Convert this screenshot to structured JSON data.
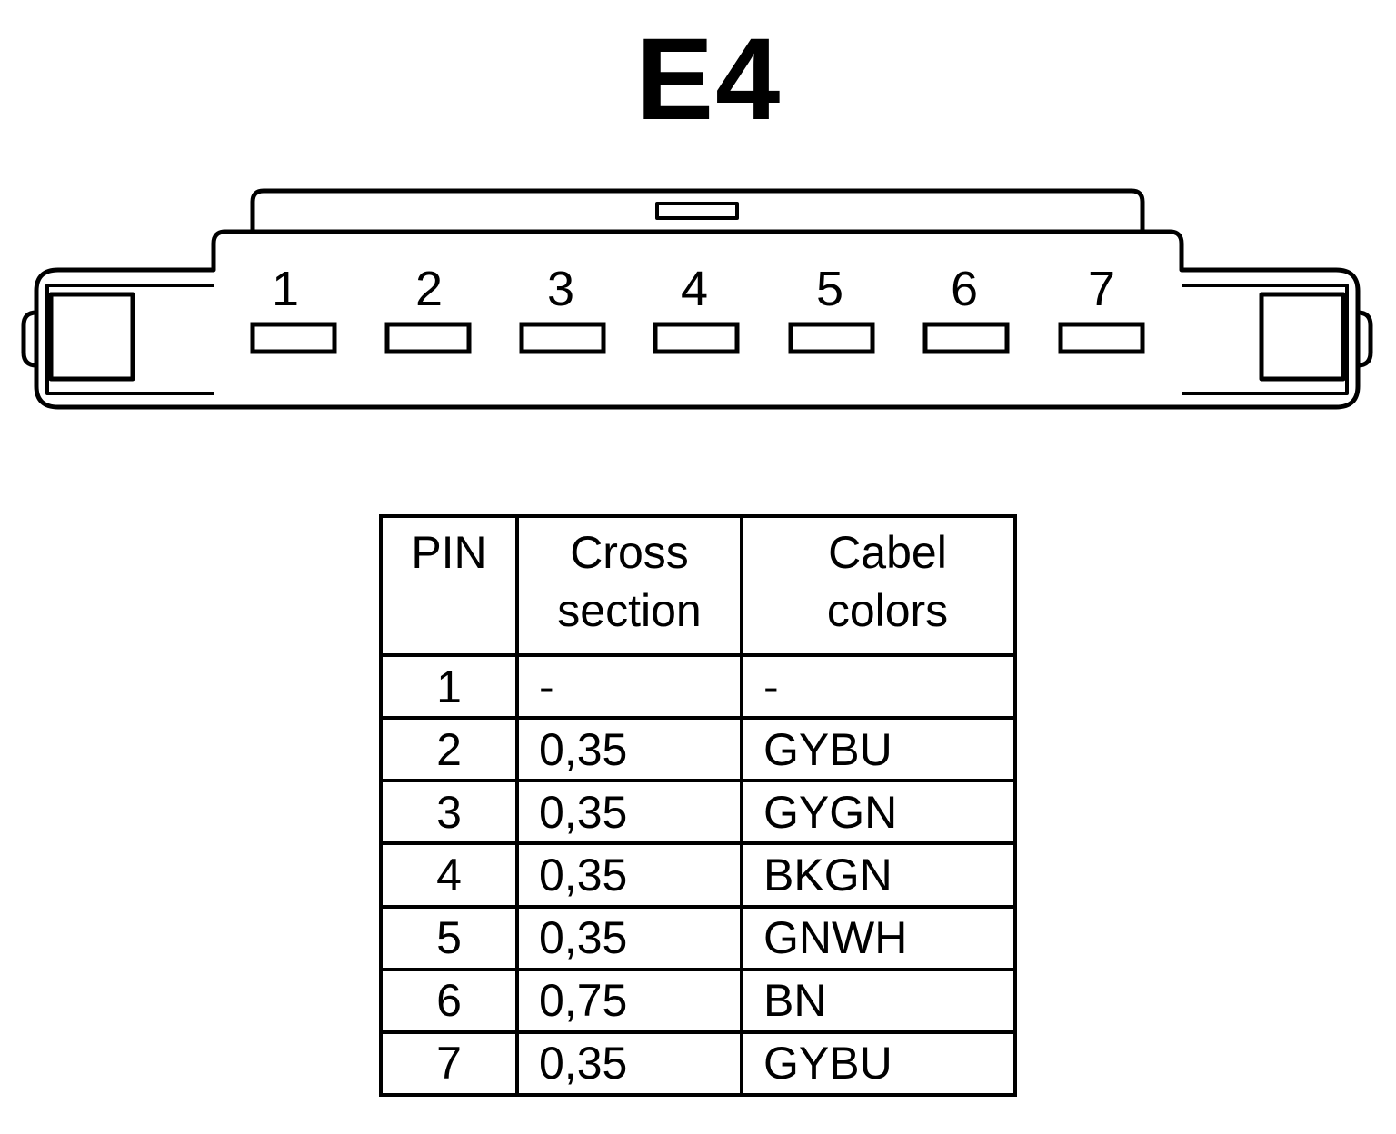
{
  "title": "E4",
  "connector": {
    "pin_labels": [
      "1",
      "2",
      "3",
      "4",
      "5",
      "6",
      "7"
    ]
  },
  "table": {
    "headers": {
      "pin": "PIN",
      "cross_line1": "Cross",
      "cross_line2": "section",
      "color_line1": "Cabel",
      "color_line2": "colors"
    },
    "rows": [
      {
        "pin": "1",
        "cross": "-",
        "color": "-"
      },
      {
        "pin": "2",
        "cross": "0,35",
        "color": "GYBU"
      },
      {
        "pin": "3",
        "cross": "0,35",
        "color": "GYGN"
      },
      {
        "pin": "4",
        "cross": "0,35",
        "color": "BKGN"
      },
      {
        "pin": "5",
        "cross": "0,35",
        "color": "GNWH"
      },
      {
        "pin": "6",
        "cross": "0,75",
        "color": "BN"
      },
      {
        "pin": "7",
        "cross": "0,35",
        "color": "GYBU"
      }
    ]
  }
}
